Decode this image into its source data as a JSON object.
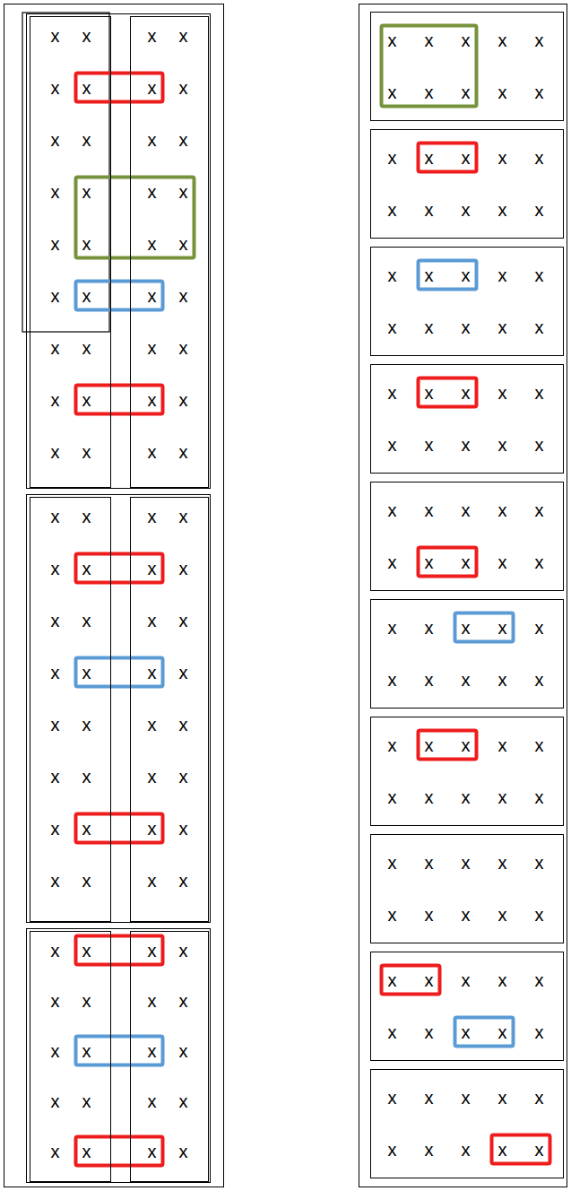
{
  "diagram": {
    "nodes": [
      {},
      {
        "in": 0
      },
      {
        "text": [
          "x",
          "x",
          "x",
          "x",
          "x",
          "x",
          "x",
          "x",
          "x",
          "x",
          "x",
          "x",
          "x",
          "x",
          "x",
          "x",
          "x",
          "x"
        ],
        "in": 1
      },
      {
        "text": [
          "x",
          "x",
          "x",
          "x",
          "x",
          "x",
          "x",
          "x",
          "x",
          "x",
          "x",
          "x",
          "x",
          "x",
          "x",
          "x",
          "x",
          "x"
        ],
        "in": 1
      },
      {
        "in": 0
      },
      {
        "text": [
          "x",
          "x",
          "x",
          "x",
          "x",
          "x",
          "x",
          "x",
          "x",
          "x",
          "x",
          "x",
          "x",
          "x",
          "x",
          "x"
        ],
        "in": 4
      },
      {
        "text": [
          "x",
          "x",
          "x",
          "x",
          "x",
          "x",
          "x",
          "x",
          "x",
          "x",
          "x",
          "x",
          "x",
          "x",
          "x",
          "x"
        ],
        "in": 4
      },
      {
        "in": 0
      },
      {
        "text": [
          "x",
          "x",
          "x",
          "x",
          "x",
          "x",
          "x",
          "x",
          "x",
          "x"
        ],
        "in": 7
      },
      {
        "text": [
          "x",
          "x",
          "x",
          "x",
          "x",
          "x",
          "x",
          "x",
          "x",
          "x"
        ],
        "in": 7
      },
      {},
      {
        "text": [
          "x",
          "x",
          "x",
          "x",
          "x",
          "x",
          "x",
          "x",
          "x",
          "x"
        ],
        "in": 10
      },
      {
        "text": [
          "x",
          "x",
          "x",
          "x",
          "x",
          "x",
          "x",
          "x",
          "x",
          "x"
        ],
        "in": 10
      },
      {
        "text": [
          "x",
          "x",
          "x",
          "x",
          "x",
          "x",
          "x",
          "x",
          "x",
          "x"
        ],
        "in": 10
      },
      {
        "text": [
          "x",
          "x",
          "x",
          "x",
          "x",
          "x",
          "x",
          "x",
          "x",
          "x"
        ],
        "in": 10
      },
      {
        "text": [
          "x",
          "x",
          "x",
          "x",
          "x",
          "x",
          "x",
          "x",
          "x",
          "x"
        ],
        "in": 10
      },
      {
        "text": [
          "x",
          "x",
          "x",
          "x",
          "x",
          "x",
          "x",
          "x",
          "x",
          "x"
        ],
        "in": 10
      },
      {
        "text": [
          "x",
          "x",
          "x",
          "x",
          "x",
          "x",
          "x",
          "x",
          "x",
          "x"
        ],
        "in": 10
      },
      {
        "text": [
          "x",
          "x",
          "x",
          "x",
          "x",
          "x",
          "x",
          "x",
          "x",
          "x"
        ],
        "in": 10
      },
      {
        "text": [
          "x",
          "x",
          "x",
          "x",
          "x",
          "x",
          "x",
          "x",
          "x",
          "x"
        ],
        "in": 10
      },
      {
        "text": [
          "x",
          "x",
          "x",
          "x",
          "x",
          "x",
          "x",
          "x",
          "x",
          "x"
        ],
        "in": 10
      }
    ]
  }
}
